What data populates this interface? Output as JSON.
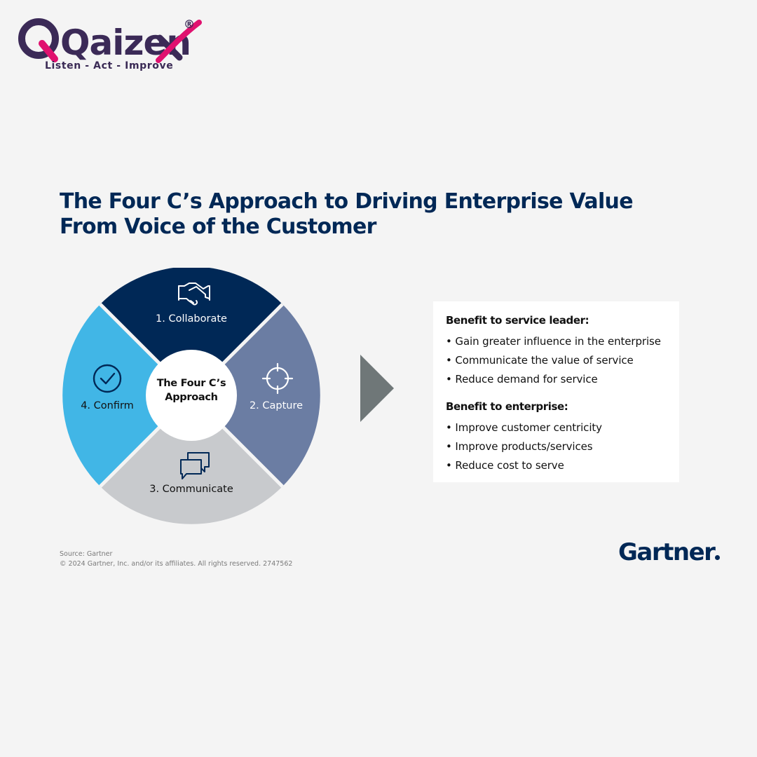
{
  "logo": {
    "wordmark": "Qaizen",
    "registered": "®",
    "tagline": "Listen - Act - Improve",
    "colors": {
      "text": "#3b2a57",
      "accent": "#e0116f"
    }
  },
  "title": {
    "line1": "The Four C’s Approach to Driving Enterprise Value",
    "line2": "From Voice of the Customer"
  },
  "wheel": {
    "center_line1": "The Four C’s",
    "center_line2": "Approach",
    "segments": [
      {
        "label": "1. Collaborate",
        "icon": "handshake-icon",
        "color": "#002856"
      },
      {
        "label": "2. Capture",
        "icon": "target-crosshair-icon",
        "color": "#6b7da3"
      },
      {
        "label": "3. Communicate",
        "icon": "chat-bubbles-icon",
        "color": "#c8cacd"
      },
      {
        "label": "4. Confirm",
        "icon": "check-circle-icon",
        "color": "#41b6e6"
      }
    ]
  },
  "arrow": {
    "icon": "chevron-right-icon",
    "color": "#6f7778"
  },
  "benefits": {
    "service_leader": {
      "heading": "Benefit to service leader:",
      "items": [
        "Gain greater influence in the enterprise",
        "Communicate the value of service",
        "Reduce demand for service"
      ]
    },
    "enterprise": {
      "heading": "Benefit to enterprise:",
      "items": [
        "Improve customer centricity",
        "Improve products/services",
        "Reduce cost to serve"
      ]
    }
  },
  "source": {
    "line1": "Source: Gartner",
    "line2": "© 2024 Gartner, Inc. and/or its affiliates. All rights reserved. 2747562"
  },
  "brand": {
    "name": "Gartner",
    "color": "#002856"
  }
}
